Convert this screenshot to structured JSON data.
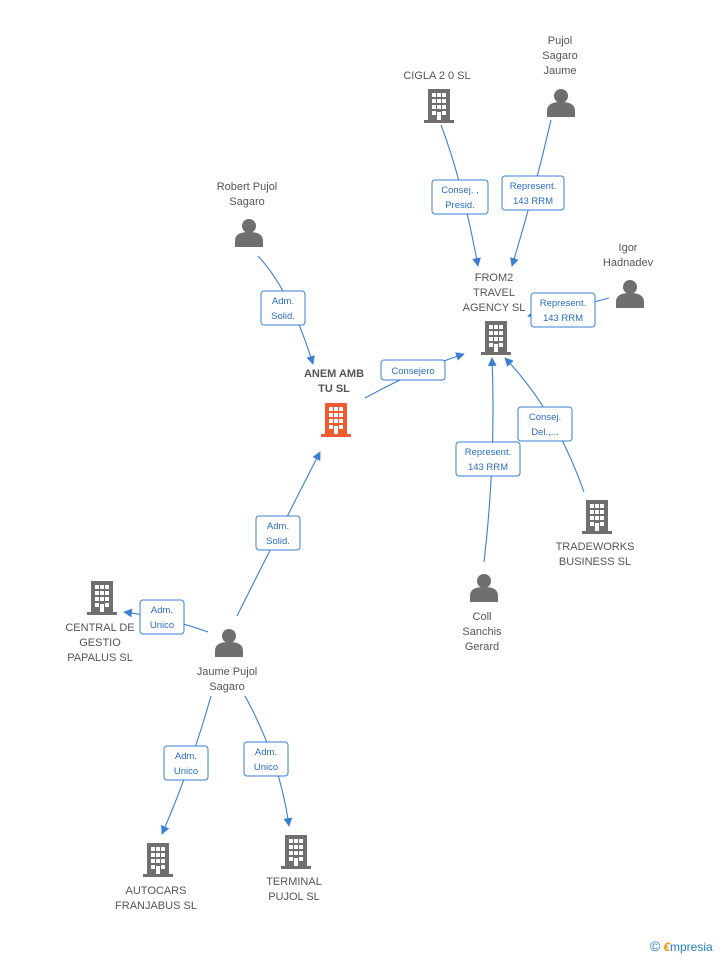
{
  "colors": {
    "building": "#6f6f6f",
    "person": "#6f6f6f",
    "main": "#f05a30",
    "edge": "#3a7fd5"
  },
  "nodes": {
    "anem": {
      "lines": [
        "ANEM AMB",
        "TU SL"
      ],
      "kind": "building",
      "main": true
    },
    "from2": {
      "lines": [
        "FROM2",
        "TRAVEL",
        "AGENCY  SL"
      ],
      "kind": "building"
    },
    "cigla": {
      "lines": [
        "CIGLA 2 0 SL"
      ],
      "kind": "building"
    },
    "pujol_jaume": {
      "lines": [
        "Pujol",
        "Sagaro",
        "Jaume"
      ],
      "kind": "person"
    },
    "igor": {
      "lines": [
        "Igor",
        "Hadnadev"
      ],
      "kind": "person"
    },
    "robert": {
      "lines": [
        "Robert Pujol",
        "Sagaro"
      ],
      "kind": "person"
    },
    "tradeworks": {
      "lines": [
        "TRADEWORKS",
        "BUSINESS SL"
      ],
      "kind": "building"
    },
    "coll": {
      "lines": [
        "Coll",
        "Sanchis",
        "Gerard"
      ],
      "kind": "person"
    },
    "central": {
      "lines": [
        "CENTRAL DE",
        "GESTIO",
        "PAPALUS SL"
      ],
      "kind": "building"
    },
    "jaume_pujol": {
      "lines": [
        "Jaume Pujol",
        "Sagaro"
      ],
      "kind": "person"
    },
    "autocars": {
      "lines": [
        "AUTOCARS",
        "FRANJABUS SL"
      ],
      "kind": "building"
    },
    "terminal": {
      "lines": [
        "TERMINAL",
        "PUJOL SL"
      ],
      "kind": "building"
    }
  },
  "edges": {
    "robert_anem": {
      "lines": [
        "Adm.",
        "Solid."
      ]
    },
    "anem_from2": {
      "lines": [
        "Consejero"
      ]
    },
    "cigla_from2": {
      "lines": [
        "Consej. ,",
        "Presid."
      ]
    },
    "pujol_from2": {
      "lines": [
        "Represent.",
        "143 RRM"
      ]
    },
    "igor_from2": {
      "lines": [
        "Represent.",
        "143 RRM"
      ]
    },
    "coll_from2": {
      "lines": [
        "Represent.",
        "143 RRM"
      ]
    },
    "trade_from2": {
      "lines": [
        "Consej.",
        "Del.,..."
      ]
    },
    "jaume_anem": {
      "lines": [
        "Adm.",
        "Solid."
      ]
    },
    "jaume_central": {
      "lines": [
        "Adm.",
        "Unico"
      ]
    },
    "jaume_autocars": {
      "lines": [
        "Adm.",
        "Unico"
      ]
    },
    "jaume_terminal": {
      "lines": [
        "Adm.",
        "Unico"
      ]
    }
  },
  "footer": {
    "copyright": "©",
    "brand_e": "€",
    "brand_rest": "mpresia"
  }
}
